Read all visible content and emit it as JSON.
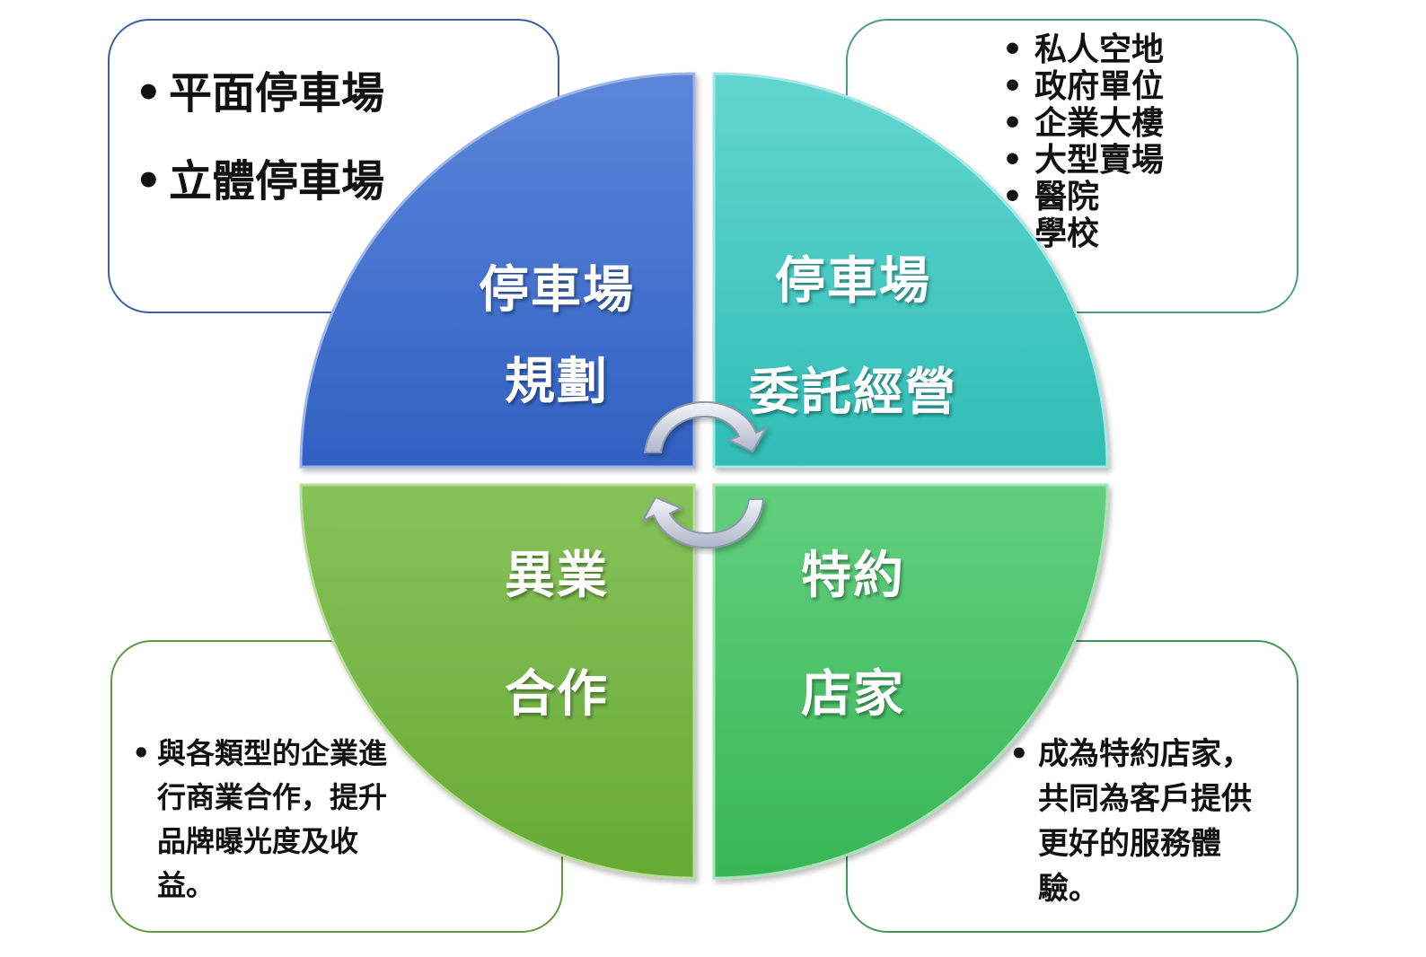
{
  "quadrants": {
    "top_left": {
      "line1": "停車場",
      "line2": "規劃",
      "color": "#4a72d0"
    },
    "top_right": {
      "line1": "停車場",
      "line2": "委託經營",
      "color": "#3fc4bf"
    },
    "bottom_left": {
      "line1": "異業",
      "line2": "合作",
      "color": "#7ab844"
    },
    "bottom_right": {
      "line1": "特約",
      "line2": "店家",
      "color": "#4cc06a"
    }
  },
  "boxes": {
    "top_left": {
      "items": [
        "平面停車場",
        "立體停車場"
      ]
    },
    "top_right": {
      "items": [
        "私人空地",
        "政府單位",
        "企業大樓",
        "大型賣場",
        "醫院",
        "學校"
      ]
    },
    "bottom_left": {
      "items": [
        "與各類型的企業進行商業合作，提升品牌曝光度及收益。"
      ]
    },
    "bottom_right": {
      "items": [
        "成為特約店家，共同為客戶提供更好的服務體驗。"
      ]
    }
  }
}
